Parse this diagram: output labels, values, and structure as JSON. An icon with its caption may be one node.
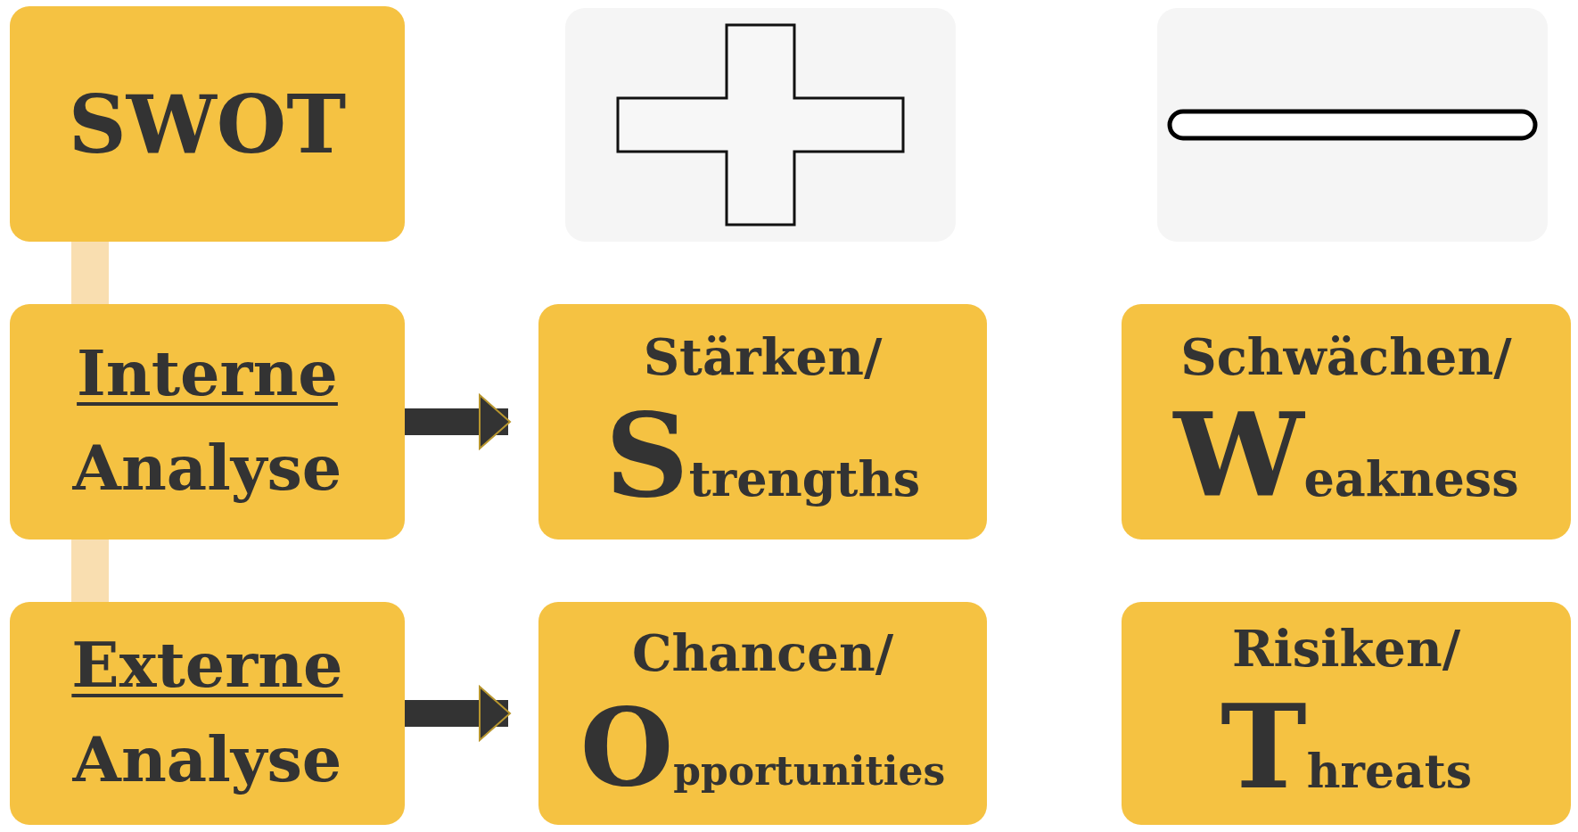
{
  "diagram": {
    "nodes": [
      {
        "text": [
          "SWOT"
        ]
      },
      {
        "text": [],
        "shape": "plus"
      },
      {
        "text": [],
        "shape": "minus"
      },
      {
        "text": [
          "Interne",
          "Analyse"
        ]
      },
      {
        "text": [
          "Stärken/",
          "Strengths"
        ]
      },
      {
        "text": [
          "Schwächen/",
          "Weakness"
        ]
      },
      {
        "text": [
          "Externe",
          "Analyse"
        ]
      },
      {
        "text": [
          "Chancen/",
          "Opportunities"
        ]
      },
      {
        "text": [
          "Risiken/",
          "Threats"
        ]
      }
    ],
    "edges": [
      {
        "from": 0,
        "to": 3,
        "arrow": "none",
        "color": "#f9deb0"
      },
      {
        "from": 3,
        "to": 4,
        "arrow": "to",
        "color": "#333333"
      },
      {
        "from": 3,
        "to": 6,
        "arrow": "none",
        "color": "#f9deb0"
      },
      {
        "from": 6,
        "to": 7,
        "arrow": "to",
        "color": "#333333"
      }
    ]
  }
}
